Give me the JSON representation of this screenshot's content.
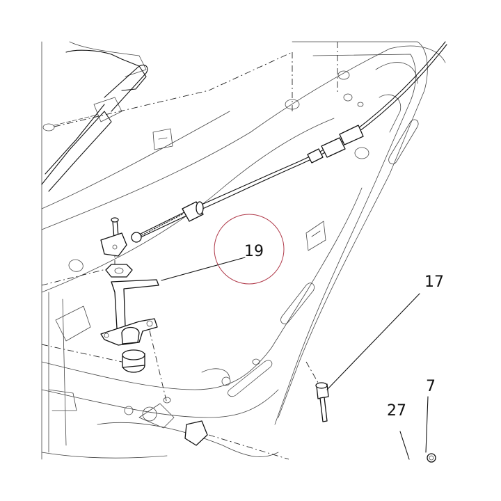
{
  "diagram": {
    "callouts": [
      {
        "id": "19",
        "label": "19"
      },
      {
        "id": "17",
        "label": "17"
      },
      {
        "id": "27",
        "label": "27"
      },
      {
        "id": "7",
        "label": "7"
      }
    ],
    "highlight_color": "#b03a4a",
    "line_color": "#111111"
  }
}
